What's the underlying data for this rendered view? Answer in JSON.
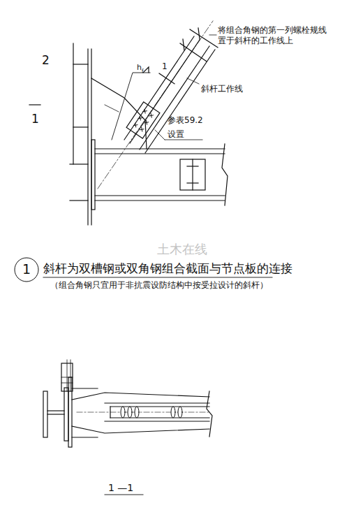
{
  "diagram": {
    "title": "斜杆为双槽钢或双角钢组合截面与节点板的连接",
    "caption": "（组合角钢只宜用于非抗震设防结构中按受拉设计的斜杆）",
    "nodes": [
      {
        "text": [
          "1"
        ]
      }
    ],
    "labels": [
      "将组合角钢的第一列螺栓规线 置于斜杆的工作线上",
      "斜杆工作线",
      "参表59.2 设置",
      "2",
      "1",
      "h",
      "f",
      "1",
      "1 —1",
      "土木在线"
    ]
  }
}
